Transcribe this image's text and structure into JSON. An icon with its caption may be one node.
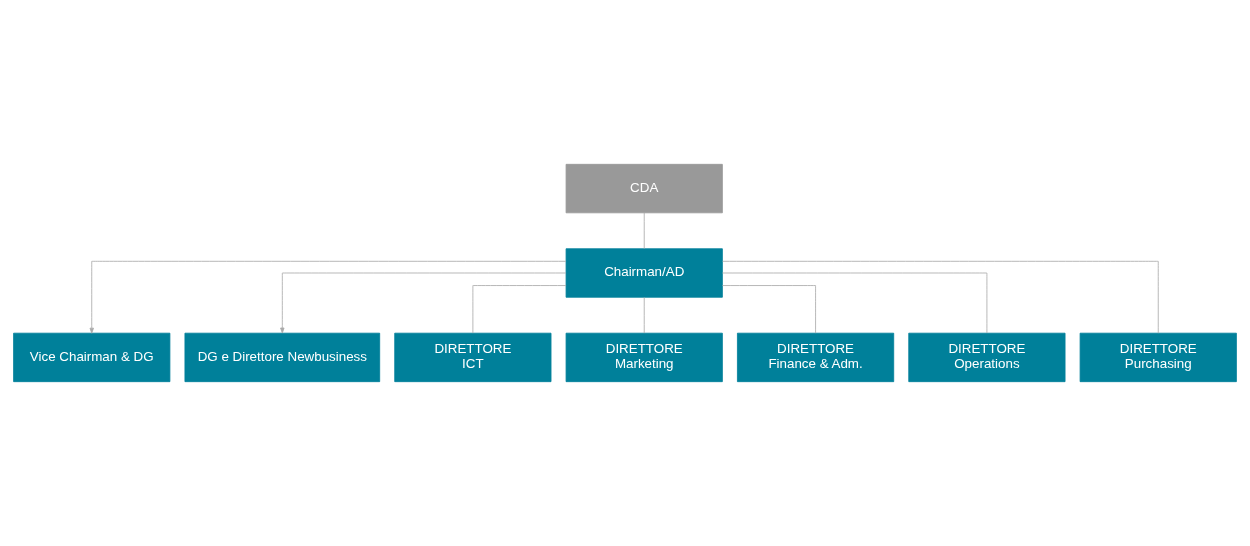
{
  "diagram": {
    "nodes": [
      {
        "text": [
          "CDA"
        ]
      },
      {
        "text": [
          "Chairman/AD"
        ]
      },
      {
        "text": [
          "Vice Chairman & DG"
        ]
      },
      {
        "text": [
          "DG e Direttore Newbusiness"
        ]
      },
      {
        "text": [
          "DIRETTORE",
          "ICT"
        ]
      },
      {
        "text": [
          "DIRETTORE",
          "Marketing"
        ]
      },
      {
        "text": [
          "DIRETTORE",
          "Finance & Adm."
        ]
      },
      {
        "text": [
          "DIRETTORE",
          "Operations"
        ]
      },
      {
        "text": [
          "DIRETTORE",
          "Purchasing"
        ]
      }
    ],
    "edges": [
      {
        "from": 0,
        "to": 1,
        "arrow": "none"
      },
      {
        "from": 1,
        "to": 2,
        "arrow": "to"
      },
      {
        "from": 1,
        "to": 3,
        "arrow": "to"
      },
      {
        "from": 1,
        "to": 4,
        "arrow": "none"
      },
      {
        "from": 1,
        "to": 5,
        "arrow": "none"
      },
      {
        "from": 1,
        "to": 6,
        "arrow": "none"
      },
      {
        "from": 1,
        "to": 7,
        "arrow": "none"
      },
      {
        "from": 1,
        "to": 8,
        "arrow": "none"
      }
    ]
  }
}
